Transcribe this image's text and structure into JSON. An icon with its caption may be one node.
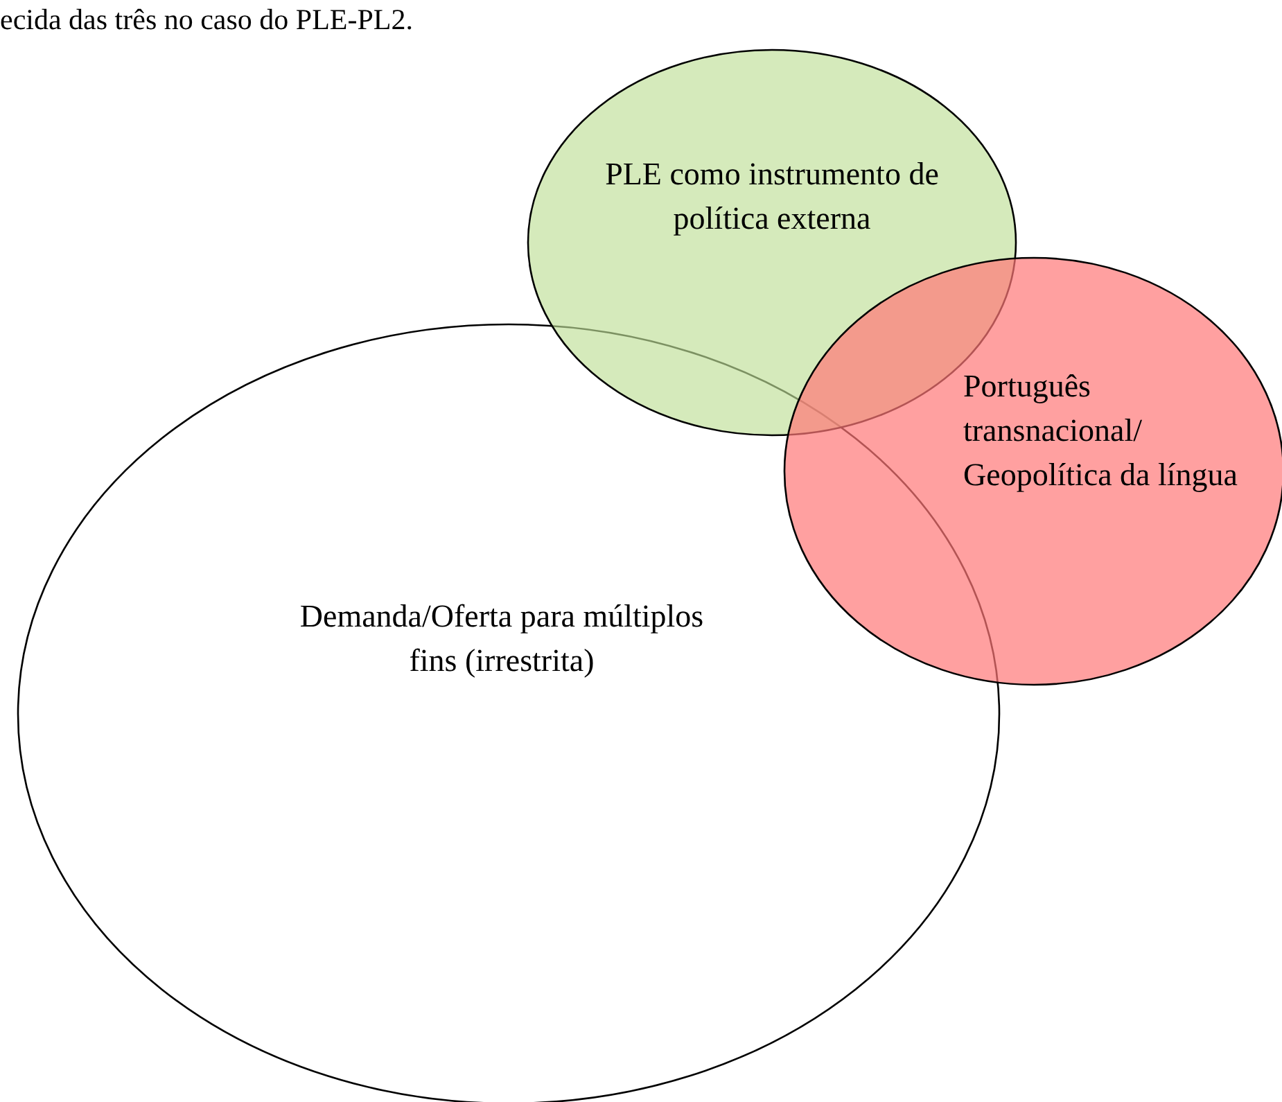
{
  "diagram": {
    "nodes": [
      {
        "text": [
          "PLE como instrumento de política externa"
        ]
      },
      {
        "text": [
          "Português transnacional/ Geopolítica da língua"
        ]
      },
      {
        "text": [
          "Demanda/Oferta para múltiplos fins (irrestrita)"
        ]
      }
    ],
    "labels": [
      "ecida das três no caso do PLE-PL2."
    ]
  }
}
